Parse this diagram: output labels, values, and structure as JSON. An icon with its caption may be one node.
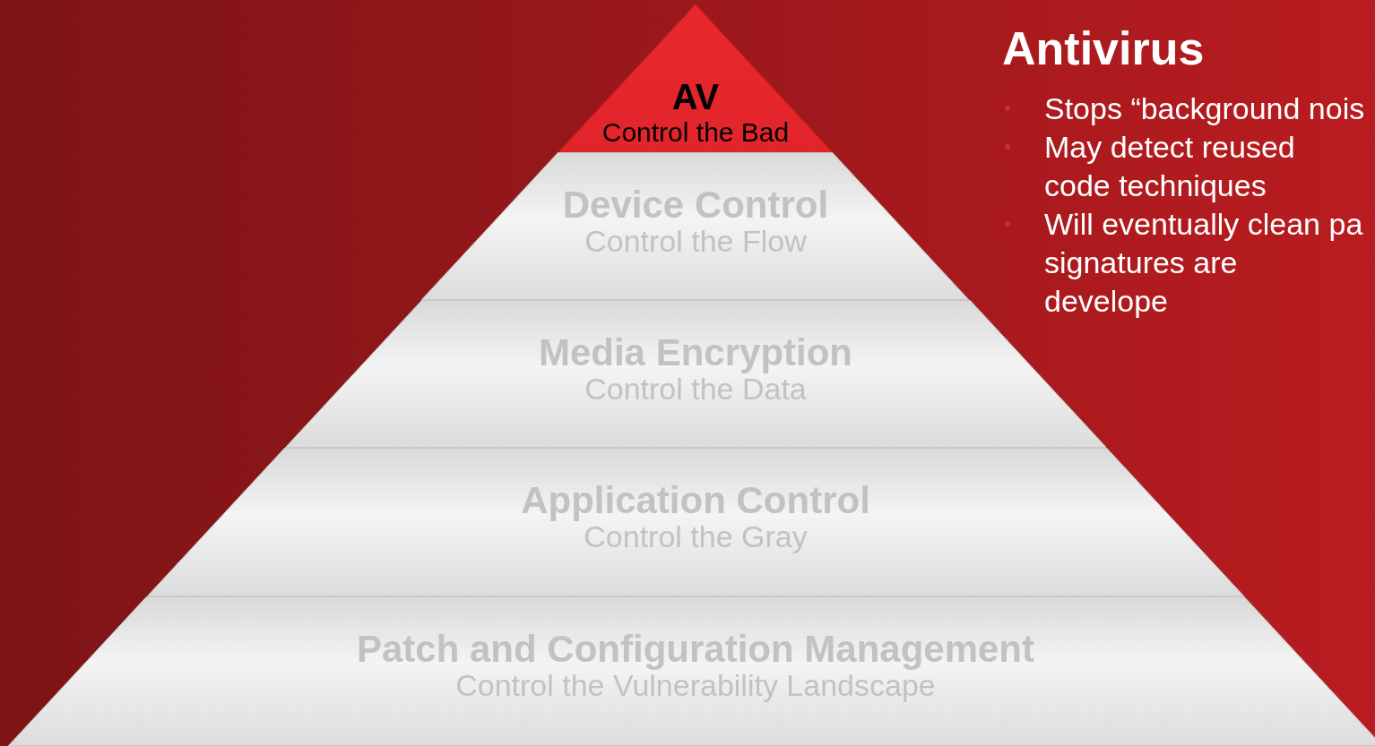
{
  "diagram": {
    "title": "Antivirus",
    "nodes": [
      {
        "text": [
          "AV",
          "Control the Bad"
        ]
      },
      {
        "text": [
          "Device Control",
          "Control the Flow"
        ]
      },
      {
        "text": [
          "Media Encryption",
          "Control the Data"
        ]
      },
      {
        "text": [
          "Application Control",
          "Control the Gray"
        ]
      },
      {
        "text": [
          "Patch and Configuration Management",
          "Control the Vulnerability Landscape"
        ]
      }
    ],
    "edges": [],
    "labels": [
      "Stops “background nois",
      "May detect reused code techniques",
      "Will eventually clean pa signatures are develope"
    ]
  }
}
